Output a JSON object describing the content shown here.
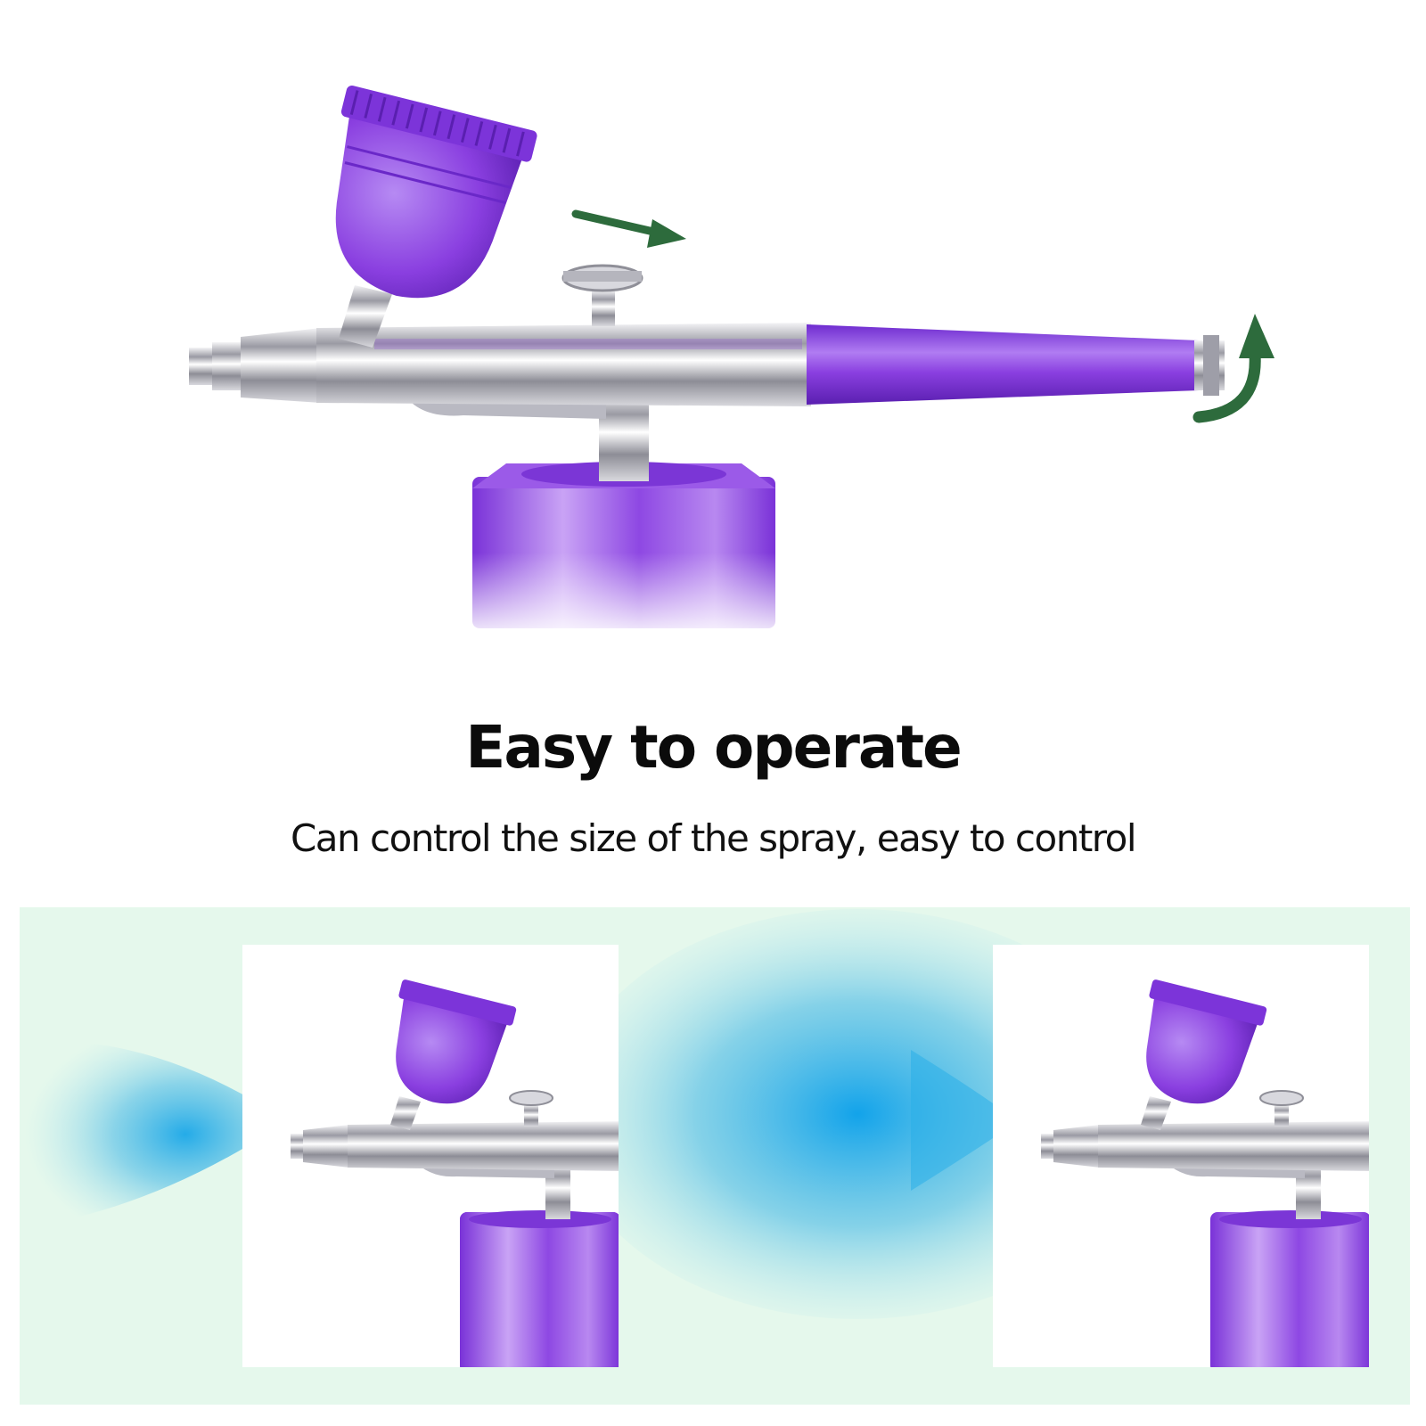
{
  "headline": "Easy to operate",
  "subline": "Can control the size of the spray, easy to control",
  "colors": {
    "purple": "#8a3fe0",
    "purple_dark": "#5a1fb0",
    "chrome": "#c9c9cf",
    "arrow_green": "#2d6b3c",
    "panel_bg": "#e5f8ec",
    "spray_blue": "#1aa7e8"
  },
  "icons": [
    "right-arrow-icon",
    "curved-rotate-arrow-icon"
  ],
  "illustrations": {
    "hero": "purple-airbrush-with-adjustment-arrows",
    "left_example": "narrow-spray-example",
    "right_example": "wide-spray-example"
  }
}
